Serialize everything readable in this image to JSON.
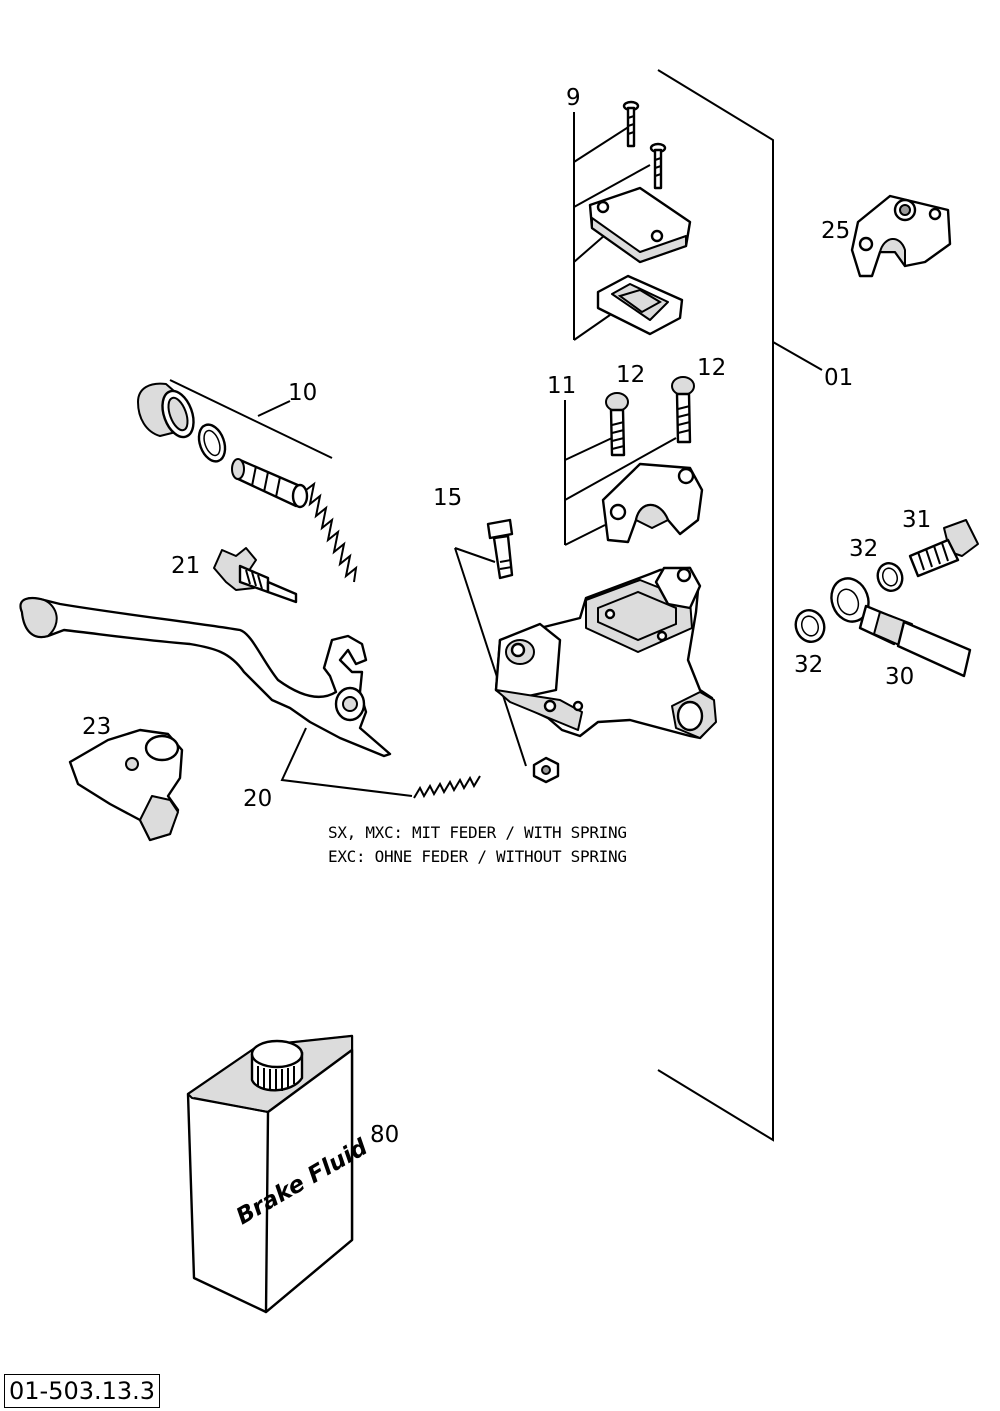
{
  "labels": {
    "p9": "9",
    "p25": "25",
    "p01": "01",
    "p10": "10",
    "p11": "11",
    "p12a": "12",
    "p12b": "12",
    "p15": "15",
    "p21": "21",
    "p31": "31",
    "p32a": "32",
    "p32b": "32",
    "p30": "30",
    "p23": "23",
    "p20": "20",
    "p80": "80"
  },
  "notes": {
    "line1": "SX, MXC: MIT FEDER / WITH SPRING",
    "line2": "EXC: OHNE FEDER / WITHOUT SPRING"
  },
  "container_label": "Brake Fluid",
  "drawing_code": "01-503.13.3"
}
